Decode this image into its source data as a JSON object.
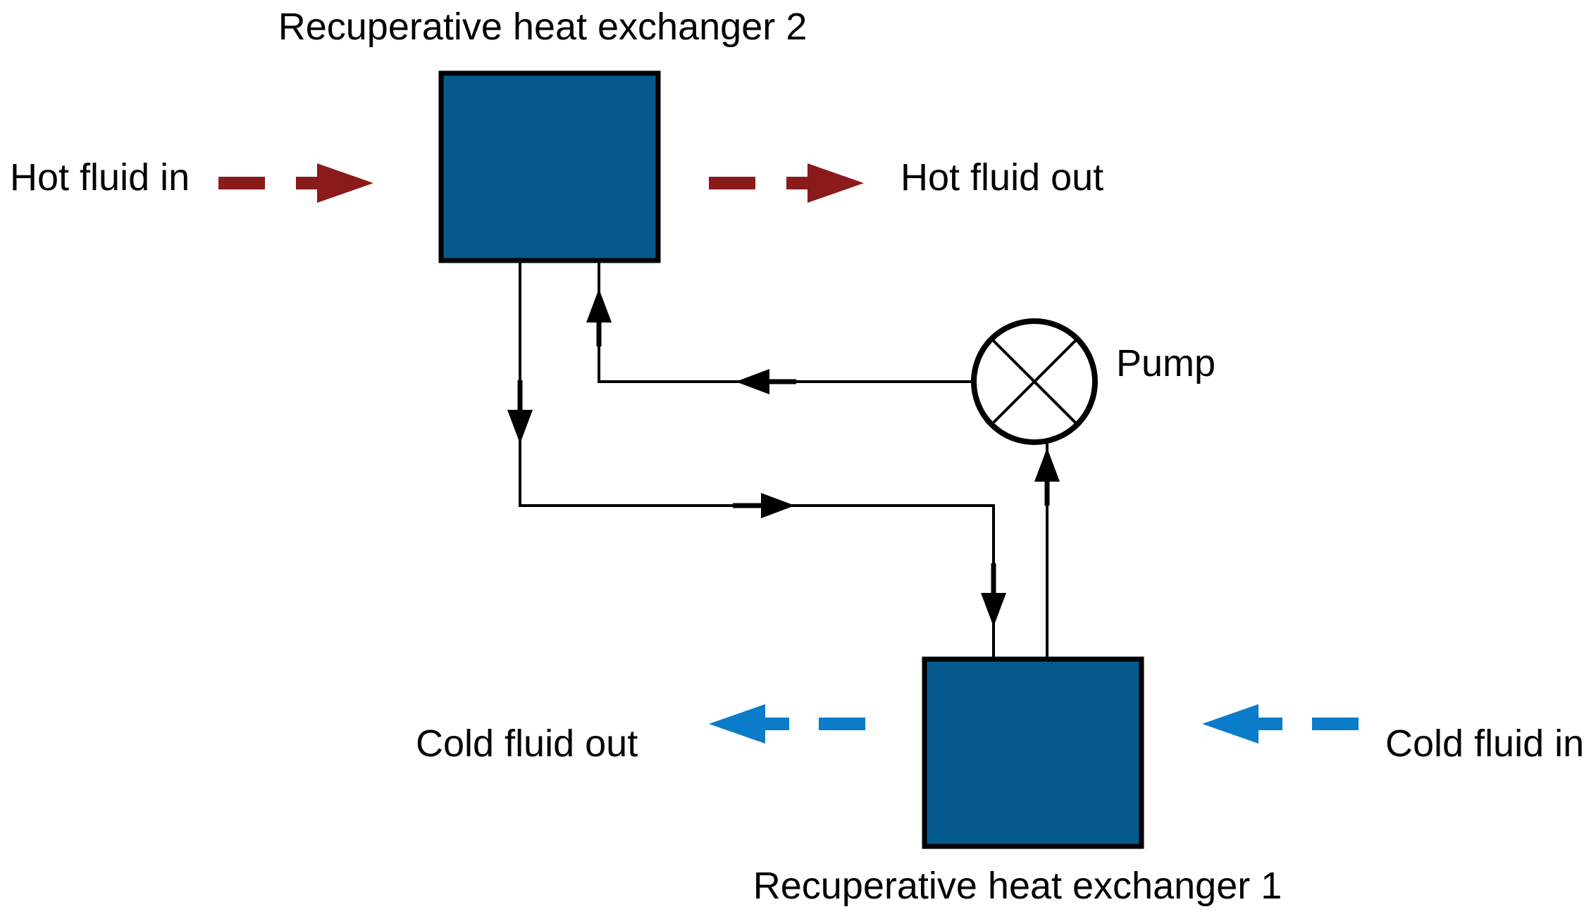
{
  "labels": {
    "exchanger_2": "Recuperative heat exchanger 2",
    "exchanger_1": "Recuperative heat exchanger 1",
    "hot_in": "Hot fluid in",
    "hot_out": "Hot fluid out",
    "cold_out": "Cold fluid out",
    "cold_in": "Cold fluid in",
    "pump": "Pump"
  },
  "colors": {
    "exchanger_fill": "#045a8d",
    "hot_stream": "#8b1a1a",
    "cold_stream": "#0a7cc9",
    "loop_line": "#000000"
  },
  "icons": {
    "pump": "circle-with-cross-pump-icon",
    "flow_arrows": "arrow-icon"
  }
}
